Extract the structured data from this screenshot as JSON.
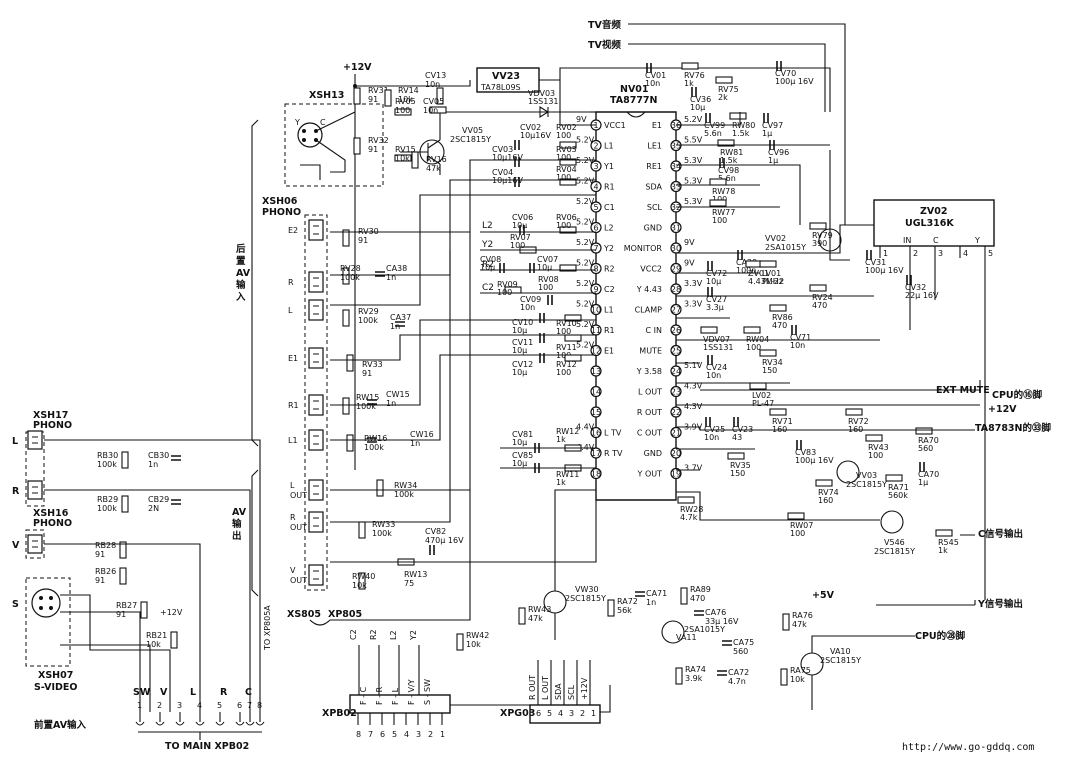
{
  "ic_nv01": {
    "name": "NV01",
    "part": "TA8777N",
    "left_pins": [
      {
        "num": "1",
        "label": "VCC1"
      },
      {
        "num": "2",
        "label": "L1"
      },
      {
        "num": "3",
        "label": "Y1"
      },
      {
        "num": "4",
        "label": "R1"
      },
      {
        "num": "5",
        "label": "C1"
      },
      {
        "num": "6",
        "label": "L2"
      },
      {
        "num": "7",
        "label": "Y2"
      },
      {
        "num": "8",
        "label": "R2"
      },
      {
        "num": "9",
        "label": "C2"
      },
      {
        "num": "10",
        "label": "L1"
      },
      {
        "num": "11",
        "label": "R1"
      },
      {
        "num": "12",
        "label": "E1"
      },
      {
        "num": "13",
        "label": ""
      },
      {
        "num": "14",
        "label": ""
      },
      {
        "num": "15",
        "label": ""
      },
      {
        "num": "16",
        "label": "L TV"
      },
      {
        "num": "17",
        "label": "R TV"
      },
      {
        "num": "18",
        "label": ""
      }
    ],
    "right_pins": [
      {
        "num": "36",
        "label": "E1"
      },
      {
        "num": "35",
        "label": "LE1"
      },
      {
        "num": "34",
        "label": "RE1"
      },
      {
        "num": "33",
        "label": "SDA"
      },
      {
        "num": "32",
        "label": "SCL"
      },
      {
        "num": "31",
        "label": "GND"
      },
      {
        "num": "30",
        "label": "MONITOR"
      },
      {
        "num": "29",
        "label": "VCC2"
      },
      {
        "num": "28",
        "label": "Y 4.43"
      },
      {
        "num": "27",
        "label": "CLAMP"
      },
      {
        "num": "26",
        "label": "C IN"
      },
      {
        "num": "25",
        "label": "MUTE"
      },
      {
        "num": "24",
        "label": "Y 3.58"
      },
      {
        "num": "23",
        "label": "L OUT"
      },
      {
        "num": "22",
        "label": "R OUT"
      },
      {
        "num": "21",
        "label": "C OUT"
      },
      {
        "num": "20",
        "label": "GND"
      },
      {
        "num": "19",
        "label": "Y OUT"
      }
    ],
    "left_voltages": [
      "9V",
      "5.2V",
      "5.2V",
      "5.2V",
      "5.2V",
      "5.2V",
      "5.2V",
      "5.2V",
      "5.2V",
      "5.2V",
      "5.2V",
      "5.2V",
      "",
      "",
      "",
      "4.4V",
      "4.4V",
      ""
    ],
    "right_voltages": [
      "5.2V",
      "5.5V",
      "5.3V",
      "5.3V",
      "5.3V",
      "",
      "9V",
      "9V",
      "3.3V",
      "3.3V",
      "",
      "",
      "5.1V",
      "4.3V",
      "4.3V",
      "3.9V",
      "",
      "3.7V"
    ]
  },
  "top_labels": {
    "tv_audio": "TV音频",
    "tv_video": "TV视频",
    "plus12v": "+12V"
  },
  "regulator": {
    "name": "VV23",
    "part": "TA78L09S"
  },
  "diode_vdv03": {
    "name": "VDV03",
    "part": "1SS131"
  },
  "transistors": [
    {
      "name": "VV05",
      "part": "2SC1815Y"
    },
    {
      "name": "VV02",
      "part": "2SA1015Y"
    },
    {
      "name": "VV03",
      "part": "2SC1815Y"
    },
    {
      "name": "V546",
      "part": "2SC1815Y"
    },
    {
      "name": "VW30",
      "part": "2SC1815Y"
    },
    {
      "name": "VA11",
      "part": "2SA1015Y"
    },
    {
      "name": "VA10",
      "part": "2SC1815Y"
    }
  ],
  "module_zv02": {
    "name": "ZV02",
    "part": "UGL316K",
    "pins": [
      "IN",
      "C",
      "Y"
    ],
    "pin_numbers": [
      "1",
      "2",
      "3",
      "4",
      "5"
    ]
  },
  "components_left": [
    {
      "ref": "RV31",
      "val": "91"
    },
    {
      "ref": "RV14",
      "val": "10k"
    },
    {
      "ref": "CV13",
      "val": "10n"
    },
    {
      "ref": "RV05",
      "val": "100"
    },
    {
      "ref": "CV05",
      "val": "10n"
    },
    {
      "ref": "RV32",
      "val": "91"
    },
    {
      "ref": "RV15",
      "val": "10k"
    },
    {
      "ref": "RV16",
      "val": "47k"
    },
    {
      "ref": "RV30",
      "val": "91"
    },
    {
      "ref": "RV28",
      "val": "100k"
    },
    {
      "ref": "CA38",
      "val": "1n"
    },
    {
      "ref": "RV29",
      "val": "100k"
    },
    {
      "ref": "CA37",
      "val": "1n"
    },
    {
      "ref": "RV33",
      "val": "91"
    },
    {
      "ref": "RW15",
      "val": "100k"
    },
    {
      "ref": "CW15",
      "val": "1n"
    },
    {
      "ref": "RW16",
      "val": "100k"
    },
    {
      "ref": "CW16",
      "val": "1n"
    },
    {
      "ref": "RW34",
      "val": "100k"
    },
    {
      "ref": "RW33",
      "val": "100k"
    },
    {
      "ref": "RW40",
      "val": "10k"
    },
    {
      "ref": "RW13",
      "val": "75"
    },
    {
      "ref": "CV82",
      "val": "470μ 16V"
    }
  ],
  "components_mid": [
    {
      "ref": "CV02",
      "val": "10μ16V"
    },
    {
      "ref": "RV02",
      "val": "100"
    },
    {
      "ref": "CV03",
      "val": "10μ16V"
    },
    {
      "ref": "RV03",
      "val": "100"
    },
    {
      "ref": "CV04",
      "val": "10μ16V"
    },
    {
      "ref": "RV04",
      "val": "100"
    },
    {
      "ref": "CV06",
      "val": "10μ"
    },
    {
      "ref": "RV06",
      "val": "100"
    },
    {
      "ref": "RV07",
      "val": "100"
    },
    {
      "ref": "CV08",
      "val": "10μ"
    },
    {
      "ref": "CV07",
      "val": "10μ"
    },
    {
      "ref": "RV08",
      "val": "100"
    },
    {
      "ref": "RV09",
      "val": "100"
    },
    {
      "ref": "CV09",
      "val": "10n"
    },
    {
      "ref": "CV10",
      "val": "10μ"
    },
    {
      "ref": "RV10",
      "val": "100"
    },
    {
      "ref": "CV11",
      "val": "10μ"
    },
    {
      "ref": "RV11",
      "val": "100"
    },
    {
      "ref": "CV12",
      "val": "10μ"
    },
    {
      "ref": "RV12",
      "val": "100"
    },
    {
      "ref": "CV81",
      "val": "10μ"
    },
    {
      "ref": "RW12",
      "val": "1k"
    },
    {
      "ref": "CV85",
      "val": "10μ"
    },
    {
      "ref": "RW11",
      "val": "1k"
    }
  ],
  "components_right": [
    {
      "ref": "CV01",
      "val": "10n"
    },
    {
      "ref": "RV76",
      "val": "1k"
    },
    {
      "ref": "CV70",
      "val": "100μ 16V"
    },
    {
      "ref": "CV36",
      "val": "10μ"
    },
    {
      "ref": "RV75",
      "val": "2k"
    },
    {
      "ref": "CV99",
      "val": "5.6n"
    },
    {
      "ref": "RW80",
      "val": "1.5k"
    },
    {
      "ref": "CV97",
      "val": "1μ"
    },
    {
      "ref": "RW81",
      "val": "1.5k"
    },
    {
      "ref": "CV98",
      "val": "5.6n"
    },
    {
      "ref": "CV96",
      "val": "1μ"
    },
    {
      "ref": "RW78",
      "val": "100"
    },
    {
      "ref": "RW77",
      "val": "100"
    },
    {
      "ref": "RV79",
      "val": "390"
    },
    {
      "ref": "CA29",
      "val": "100n"
    },
    {
      "ref": "CV72",
      "val": "10μ"
    },
    {
      "ref": "CV27",
      "val": "3.3μ"
    },
    {
      "ref": "ZV01",
      "val": "4.43MHz"
    },
    {
      "ref": "LV01",
      "val": "PL-22"
    },
    {
      "ref": "RV24",
      "val": "470"
    },
    {
      "ref": "RV86",
      "val": "470"
    },
    {
      "ref": "VDV07",
      "val": "1SS131"
    },
    {
      "ref": "RW04",
      "val": "100"
    },
    {
      "ref": "CV71",
      "val": "10n"
    },
    {
      "ref": "CV24",
      "val": "10n"
    },
    {
      "ref": "RV34",
      "val": "150"
    },
    {
      "ref": "LV02",
      "val": "PL-47"
    },
    {
      "ref": "CV25",
      "val": "10n"
    },
    {
      "ref": "CV23",
      "val": "43"
    },
    {
      "ref": "RV35",
      "val": "150"
    },
    {
      "ref": "RW28",
      "val": "4.7k"
    },
    {
      "ref": "CV31",
      "val": "100μ 16V"
    },
    {
      "ref": "CV32",
      "val": "22μ 16V"
    },
    {
      "ref": "RV71",
      "val": "160"
    },
    {
      "ref": "RV72",
      "val": "160"
    },
    {
      "ref": "RV43",
      "val": "100"
    },
    {
      "ref": "CV83",
      "val": "100μ 16V"
    },
    {
      "ref": "RA70",
      "val": "560"
    },
    {
      "ref": "RA71",
      "val": "560k"
    },
    {
      "ref": "CA70",
      "val": "1μ"
    },
    {
      "ref": "RV74",
      "val": "160"
    },
    {
      "ref": "RW07",
      "val": "100"
    },
    {
      "ref": "R545",
      "val": "1k"
    }
  ],
  "components_bottom": [
    {
      "ref": "RW43",
      "val": "47k"
    },
    {
      "ref": "RW42",
      "val": "10k"
    },
    {
      "ref": "RA72",
      "val": "56k"
    },
    {
      "ref": "CA71",
      "val": "1n"
    },
    {
      "ref": "RA89",
      "val": "470"
    },
    {
      "ref": "CA76",
      "val": "33μ 16V"
    },
    {
      "ref": "CA75",
      "val": "560"
    },
    {
      "ref": "RA74",
      "val": "3.9k"
    },
    {
      "ref": "CA72",
      "val": "4.7n"
    },
    {
      "ref": "RA75",
      "val": "10k"
    },
    {
      "ref": "RA76",
      "val": "47k"
    }
  ],
  "front_components": [
    {
      "ref": "RB30",
      "val": "100k"
    },
    {
      "ref": "CB30",
      "val": "1n"
    },
    {
      "ref": "RB29",
      "val": "100k"
    },
    {
      "ref": "CB29",
      "val": "2N"
    },
    {
      "ref": "RB28",
      "val": "91"
    },
    {
      "ref": "RB26",
      "val": "91"
    },
    {
      "ref": "RB27",
      "val": "91"
    },
    {
      "ref": "RB21",
      "val": "10k"
    }
  ],
  "connectors": {
    "xsh13": "XSH13",
    "xsh06": "XSH06",
    "xsh06_type": "PHONO",
    "xsh17": "XSH17",
    "xsh17_type": "PHONO",
    "xsh16": "XSH16",
    "xsh16_type": "PHONO",
    "xsh07": "XSH07",
    "xsh07_type": "S-VIDEO",
    "xs805": "XS805",
    "xp805": "XP805",
    "to_xp805a": "TO XP805A",
    "xpb02": "XPB02",
    "xpg03": "XPG03",
    "to_main": "TO MAIN XPB02",
    "xpb02_pins": [
      "8",
      "7",
      "6",
      "5",
      "4",
      "3",
      "2",
      "1"
    ],
    "xpb02_labels": [
      "F - C",
      "F - R",
      "F - L",
      "F - V/Y",
      "S - SW"
    ],
    "xpb02_wire_labels": [
      "C2",
      "R2",
      "L2",
      "Y2"
    ],
    "xpg03_pins": [
      "6",
      "5",
      "4",
      "3",
      "2",
      "1"
    ],
    "xpg03_labels": [
      "R OUT",
      "L OUT",
      "SDA",
      "SCL",
      "+12V"
    ],
    "main_pins": [
      "SW",
      "V",
      "L",
      "R",
      "C"
    ],
    "main_pin_nums": [
      "1",
      "2",
      "3",
      "4",
      "5",
      "6",
      "7",
      "8"
    ]
  },
  "jack_labels": {
    "rear": [
      "E2",
      "R",
      "L",
      "E1",
      "R1",
      "L1",
      "L OUT",
      "R OUT",
      "V OUT"
    ],
    "front": [
      "L",
      "R",
      "V",
      "S"
    ],
    "xsh13_pins": [
      "Y",
      "C"
    ]
  },
  "side_labels": {
    "rear_av_in": "后置AV输入",
    "av_out": "AV输出",
    "front_av_in": "前置AV输入"
  },
  "right_labels": {
    "ext_mute": "EXT MUTE",
    "cpu_16": "CPU的⑯脚",
    "plus12v": "+12V",
    "ta8783n": "TA8783N的㉝脚",
    "c_out": "C信号输出",
    "y_out": "Y信号输出",
    "plus5v": "+5V",
    "cpu_28": "CPU的㉘脚"
  },
  "net_labels": [
    "L2",
    "Y2",
    "R2",
    "C2"
  ],
  "watermark": "http://www.go-gddq.com"
}
